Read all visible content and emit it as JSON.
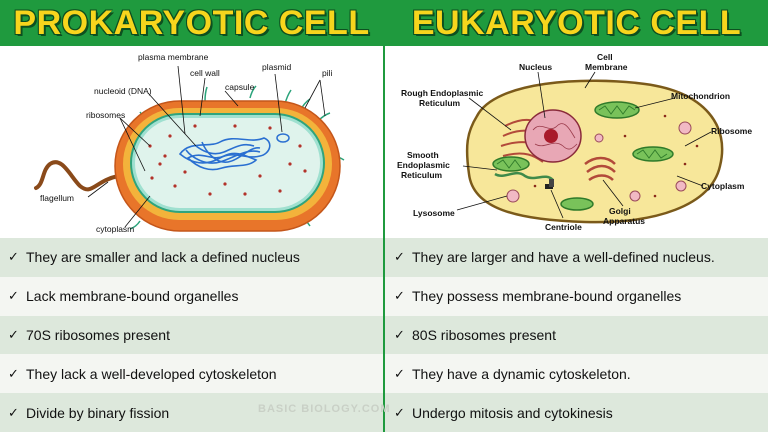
{
  "headers": {
    "left": "PROKARYOTIC CELL",
    "right": "EUKARYOTIC CELL"
  },
  "prokaryote_labels": {
    "plasma_membrane": "plasma membrane",
    "cell_wall": "cell wall",
    "plasmid": "plasmid",
    "pili": "pili",
    "capsule": "capsule",
    "nucleoid": "nucleoid (DNA)",
    "ribosomes": "ribosomes",
    "flagellum": "flagellum",
    "cytoplasm": "cytoplasm"
  },
  "eukaryote_labels": {
    "cell_membrane_1": "Cell",
    "cell_membrane_2": "Membrane",
    "nucleus": "Nucleus",
    "rer_1": "Rough Endoplasmic",
    "rer_2": "Reticulum",
    "mitochondrion": "Mitochondrion",
    "ribosome": "Ribosome",
    "ser_1": "Smooth",
    "ser_2": "Endoplasmic",
    "ser_3": "Reticulum",
    "cytoplasm": "Cytoplasm",
    "lysosome": "Lysosome",
    "golgi_1": "Golgi",
    "golgi_2": "Apparatus",
    "centriole": "Centriole"
  },
  "comparison": [
    {
      "left": "They are smaller and lack a defined nucleus",
      "right": "They are larger and have a well-defined nucleus."
    },
    {
      "left": "Lack membrane-bound organelles",
      "right": "They possess membrane-bound organelles"
    },
    {
      "left": "70S ribosomes present",
      "right": "80S ribosomes present"
    },
    {
      "left": "They lack a well-developed cytoskeleton",
      "right": "They have a dynamic cytoskeleton."
    },
    {
      "left": "Divide by binary fission",
      "right": "Undergo mitosis and cytokinesis"
    }
  ],
  "tick": "✓",
  "watermark": "BASIC BIOLOGY.COM",
  "colors": {
    "header_bg": "#1f9a3e",
    "header_text": "#f7d51d",
    "row_odd": "#dde8dc",
    "row_even": "#f4f6f2"
  }
}
